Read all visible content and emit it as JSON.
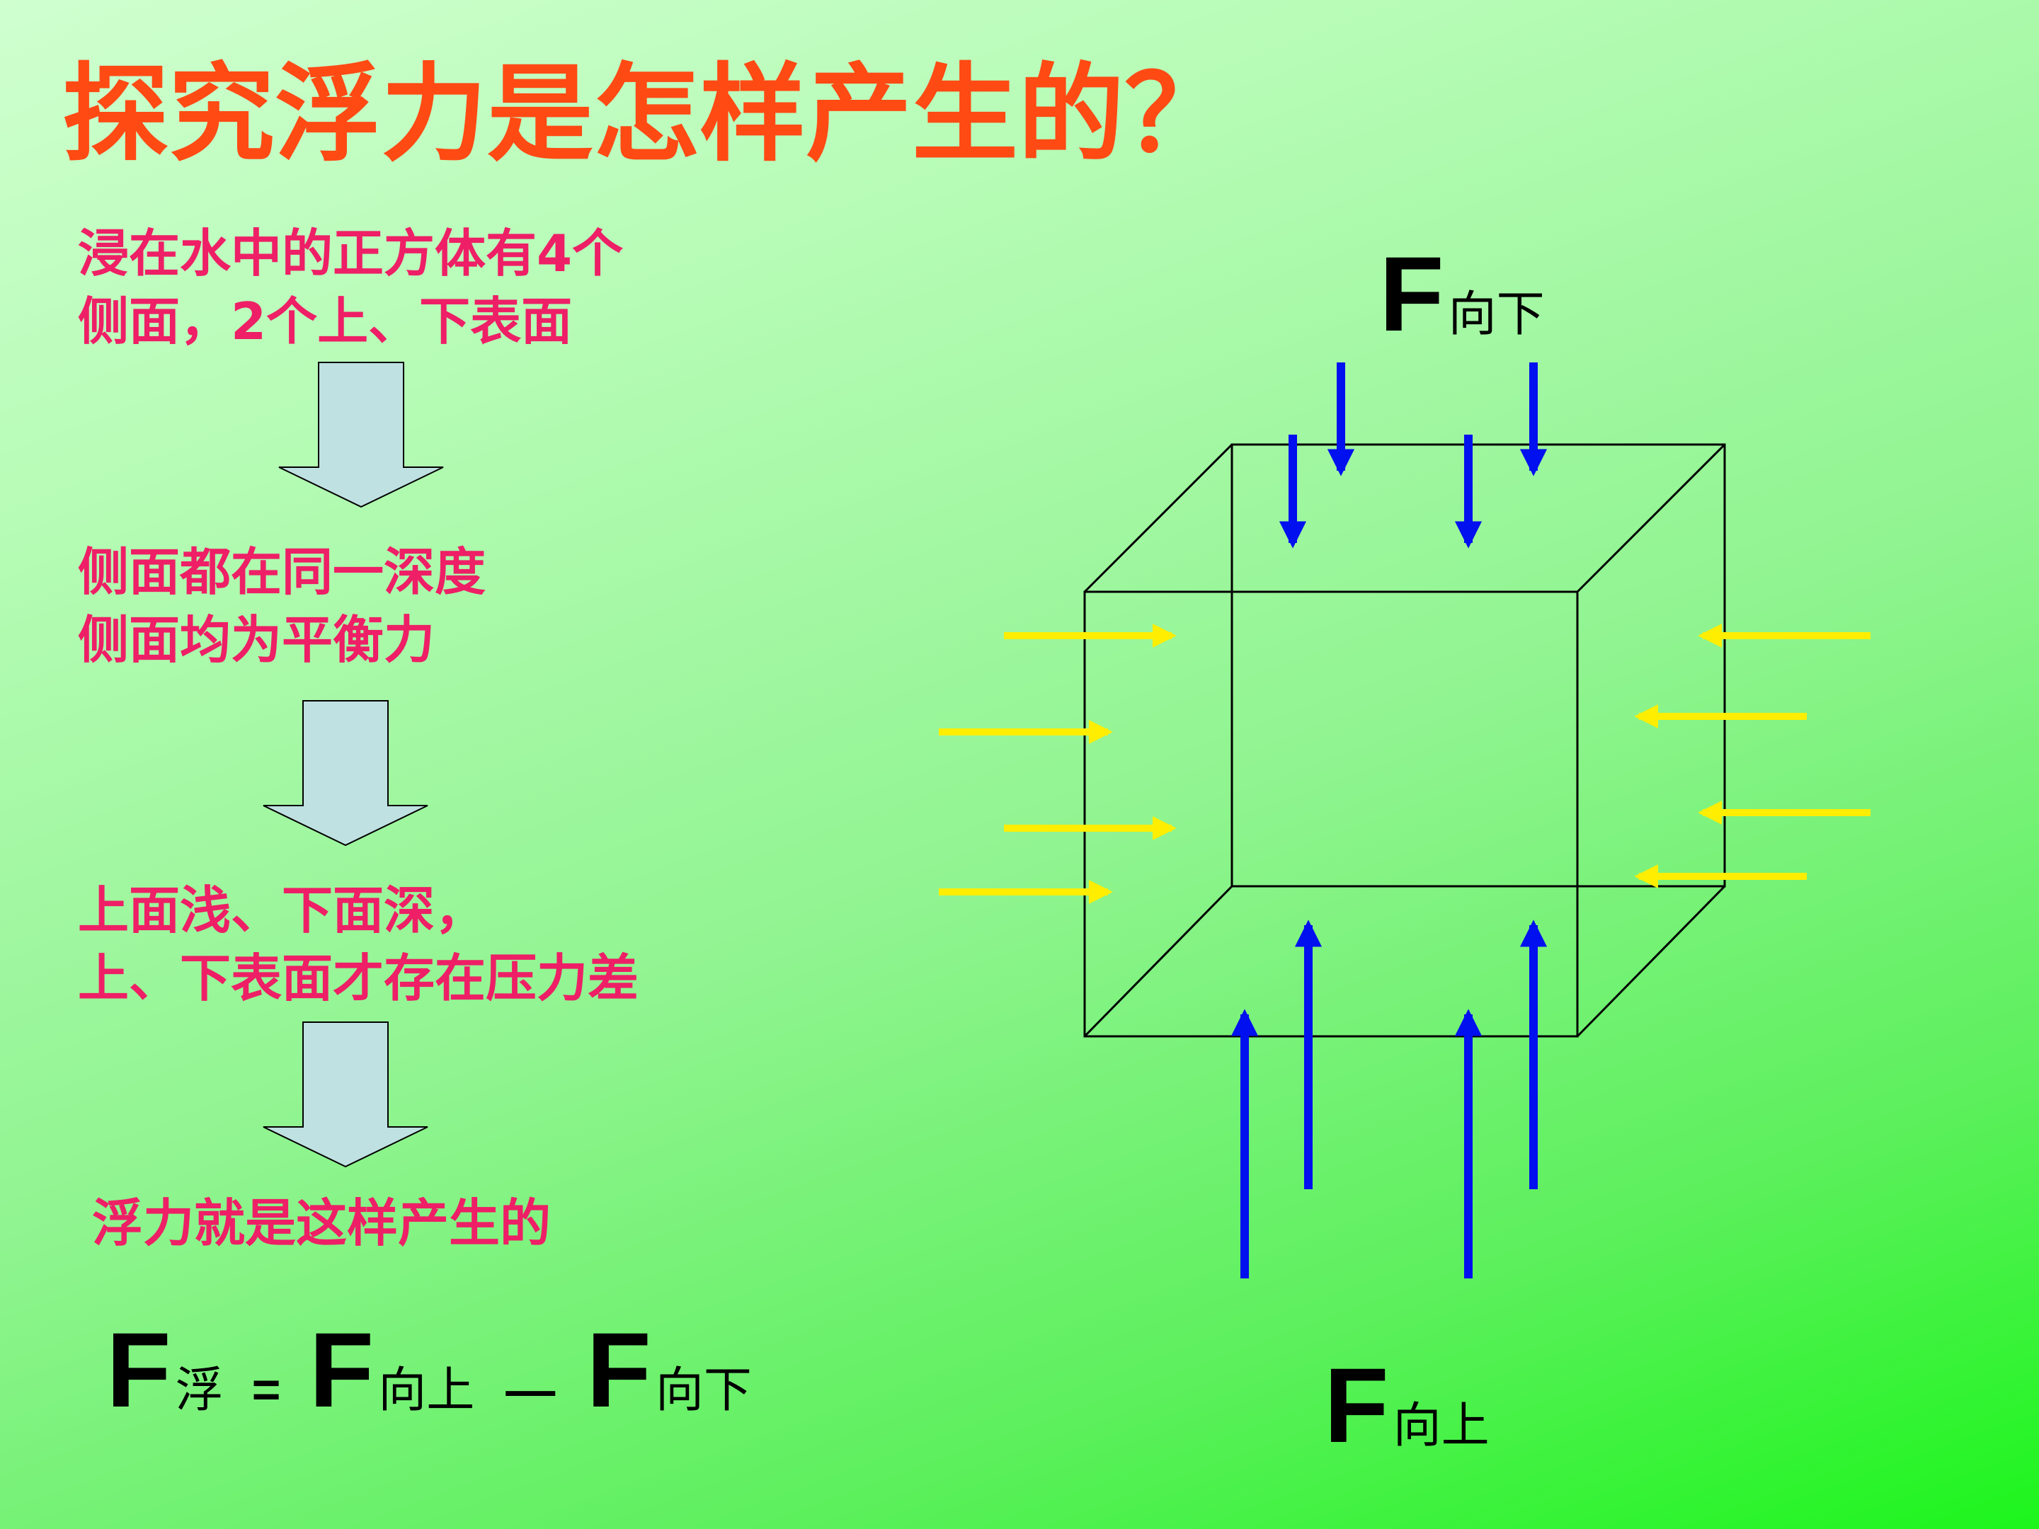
{
  "title": "探究浮力是怎样产生的？",
  "steps": [
    {
      "lines": [
        "浸在水中的正方体有4个",
        "侧面，2个上、下表面"
      ]
    },
    {
      "lines": [
        "侧面都在同一深度",
        "侧面均为平衡力"
      ]
    },
    {
      "lines": [
        "上面浅、下面深，",
        "上、下表面才存在压力差"
      ]
    },
    {
      "lines": [
        "浮力就是这样产生的"
      ]
    }
  ],
  "formula": {
    "f": "F",
    "sub_buoyant": "浮",
    "equals": "=",
    "sub_up": "向上",
    "minus": "—",
    "sub_down": "向下"
  },
  "diagram": {
    "label_top": {
      "f": "F",
      "sub": "向下"
    },
    "label_bottom": {
      "f": "F",
      "sub": "向上"
    }
  },
  "colors": {
    "title": "#ff4a14",
    "step_text": "#ee1f66",
    "flow_arrow_fill": "#bfe1e1",
    "vertical_force": "#0010ee",
    "side_force": "#ffee00",
    "cube_edge": "#000000"
  }
}
